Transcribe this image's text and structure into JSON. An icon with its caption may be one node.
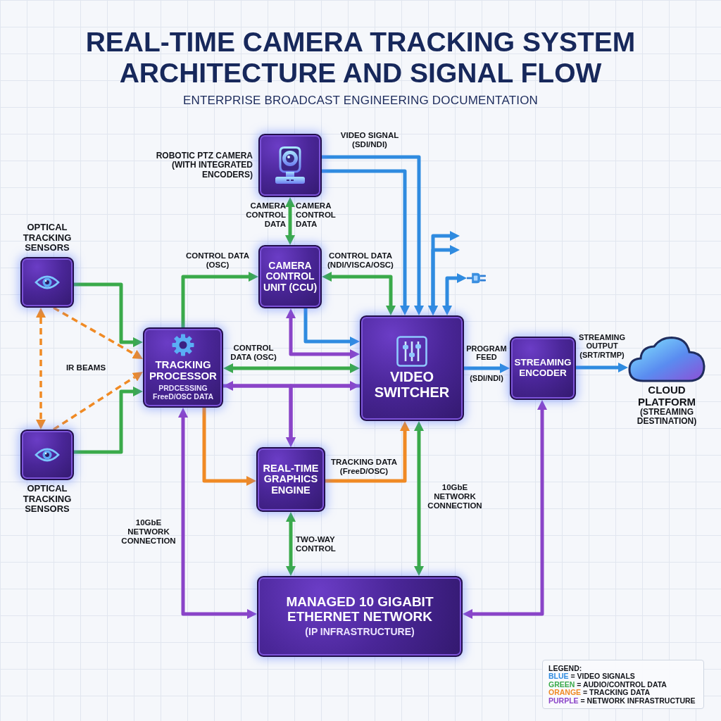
{
  "diagram": {
    "title": "REAL-TIME CAMERA TRACKING SYSTEM ARCHITECTURE AND SIGNAL FLOW",
    "nodes": [
      {
        "text": [
          "ROBOTIC PTZ CAMERA (WITH INTEGRATED ENCODERS)"
        ]
      },
      {
        "text": [
          "OPTICAL TRACKING SENSORS"
        ]
      },
      {
        "text": [
          "CAMERA CONTROL UNIT (CCU)"
        ]
      },
      {
        "text": [
          "TRACKING PROCESSOR",
          "PRDCESSING FreeD/OSC DATA"
        ]
      },
      {
        "text": [
          "OPTICAL TRACKING SENSORS"
        ]
      },
      {
        "text": [
          "VIDEO SWITCHER"
        ]
      },
      {
        "text": [
          "STREAMING ENCODER"
        ]
      },
      {
        "text": [
          "CLOUD PLATFORM",
          "(STREAMING DESTINATION)"
        ]
      },
      {
        "text": [
          "REAL-TIME GRAPHICS ENGINE"
        ]
      },
      {
        "text": [
          "MANAGED 10 GIGABIT ETHERNET NETWORK",
          "(IP INFRASTRUCTURE)"
        ]
      },
      {
        "text": [],
        "shape": "picture"
      }
    ],
    "edges": [
      {
        "from": 0,
        "to": 5,
        "arrow": "to",
        "label": "VIDEO SIGNAL (SDI/NDI)",
        "color": "#2f8be0"
      },
      {
        "from": 0,
        "to": 5,
        "arrow": "to",
        "color": "#2f8be0"
      },
      {
        "from": 0,
        "to": 2,
        "arrow": "both",
        "label": "CAMERA CONTROL DATA",
        "color": "#3aaa4a"
      },
      {
        "from": 1,
        "to": 3,
        "arrow": "to",
        "color": "#3aaa4a"
      },
      {
        "from": 4,
        "to": 3,
        "arrow": "to",
        "color": "#3aaa4a"
      },
      {
        "from": 1,
        "to": 4,
        "arrow": "both",
        "style": "dashed",
        "color": "#f08a24"
      },
      {
        "from": 1,
        "to": 3,
        "arrow": "to",
        "style": "dashed",
        "color": "#f08a24"
      },
      {
        "from": 4,
        "to": 3,
        "arrow": "to",
        "style": "dashed",
        "color": "#f08a24"
      },
      {
        "from": 3,
        "to": 2,
        "arrow": "to",
        "label": "CONTROL DATA (OSC)",
        "color": "#3aaa4a"
      },
      {
        "from": 5,
        "to": 2,
        "arrow": "both",
        "label": "CONTROL DATA (NDI/VISCA/OSC)",
        "color": "#3aaa4a"
      },
      {
        "from": 2,
        "to": 5,
        "arrow": "to",
        "color": "#2f8be0"
      },
      {
        "from": 5,
        "to": 2,
        "arrow": "both",
        "color": "#8a44c8"
      },
      {
        "from": 3,
        "to": 5,
        "arrow": "both",
        "label": "CONTROL DATA (OSC)",
        "color": "#3aaa4a"
      },
      {
        "from": 3,
        "to": 5,
        "arrow": "both",
        "color": "#8a44c8"
      },
      {
        "from": 3,
        "to": 8,
        "arrow": "to",
        "color": "#8a44c8"
      },
      {
        "from": 5,
        "to": 8,
        "arrow": "to",
        "color": "#8a44c8"
      },
      {
        "from": 3,
        "to": 8,
        "arrow": "to",
        "color": "#f08a24"
      },
      {
        "from": 8,
        "to": 5,
        "arrow": "to",
        "label": "TRACKING DATA (FreeD/OSC)",
        "color": "#f08a24"
      },
      {
        "from": 9,
        "to": 5,
        "arrow": "both",
        "label": "10GbE NETWORK CONNECTION",
        "color": "#3aaa4a"
      },
      {
        "from": 8,
        "to": 9,
        "arrow": "both",
        "label": "TWO-WAY CONTROL",
        "color": "#3aaa4a"
      },
      {
        "from": 3,
        "to": 9,
        "arrow": "both",
        "label": "10GbE NETWORK CONNECTION",
        "color": "#8a44c8"
      },
      {
        "from": 9,
        "to": 6,
        "arrow": "both",
        "color": "#8a44c8"
      },
      {
        "from": 5,
        "to": 6,
        "arrow": "to",
        "label": "PROGRAM FEED",
        "color": "#2f8be0"
      },
      {
        "from": 6,
        "to": 7,
        "arrow": "to",
        "label": "STREAMING OUTPUT (SRT/RTMP)",
        "color": "#2f8be0"
      },
      {
        "from": 5,
        "to": null,
        "arrow": "both",
        "color": "#2f8be0"
      },
      {
        "from": 5,
        "to": null,
        "arrow": "both",
        "color": "#2f8be0"
      },
      {
        "from": 5,
        "to": 10,
        "arrow": "both",
        "color": "#2f8be0"
      }
    ],
    "labels": [
      "ENTERPRISE BROADCAST ENGINEERING DOCUMENTATION",
      "CAMERA CONTROL DATA",
      "IR BEAMS",
      "(SDI/NDI)",
      "LEGEND:"
    ],
    "legend": [
      {
        "text": "BLUE = VIDEO SIGNALS",
        "color": "#2f8be0"
      },
      {
        "text": "GREEN = AUDIO/CONTROL DATA",
        "color": "#3aaa4a"
      },
      {
        "text": "ORANGE = TRACKING DATA",
        "color": "#f08a24"
      },
      {
        "text": "PURPLE = NETWORK INFRASTRUCTURE",
        "color": "#8a44c8"
      }
    ]
  }
}
